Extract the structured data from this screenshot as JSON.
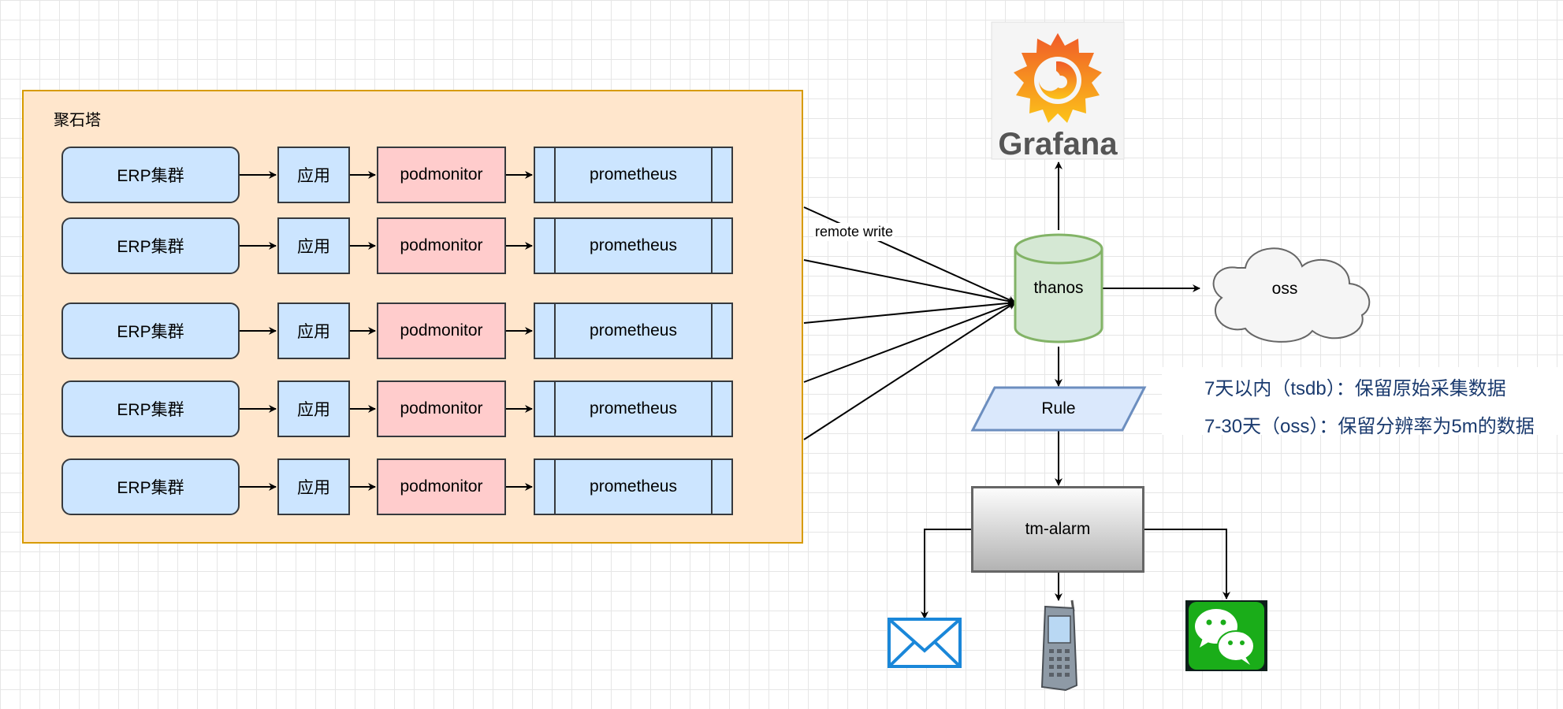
{
  "container": {
    "label": "聚石塔"
  },
  "rows": [
    {
      "erp": "ERP集群",
      "app": "应用",
      "monitor": "podmonitor",
      "prom": "prometheus"
    },
    {
      "erp": "ERP集群",
      "app": "应用",
      "monitor": "podmonitor",
      "prom": "prometheus"
    },
    {
      "erp": "ERP集群",
      "app": "应用",
      "monitor": "podmonitor",
      "prom": "prometheus"
    },
    {
      "erp": "ERP集群",
      "app": "应用",
      "monitor": "podmonitor",
      "prom": "prometheus"
    },
    {
      "erp": "ERP集群",
      "app": "应用",
      "monitor": "podmonitor",
      "prom": "prometheus"
    }
  ],
  "edges": {
    "remote_write_label": "remote write"
  },
  "thanos": {
    "label": "thanos"
  },
  "grafana": {
    "wordmark": "Grafana"
  },
  "oss": {
    "label": "oss"
  },
  "rule": {
    "label": "Rule"
  },
  "alarm": {
    "label": "tm-alarm"
  },
  "notes": [
    "7天以内（tsdb）：保留原始采集数据",
    "7-30天（oss）：保留分辨率为5m的数据"
  ],
  "icons": {
    "mail": "mail-icon",
    "phone": "mobile-phone-icon",
    "wechat": "wechat-icon"
  },
  "colors": {
    "container_fill": "#ffe6cc",
    "container_stroke": "#d79b00",
    "blue_fill": "#cce5ff",
    "pink_fill": "#ffcccc",
    "thanos_fill": "#d5e8d4",
    "thanos_stroke": "#82b366",
    "rule_fill": "#dae8fc",
    "rule_stroke": "#6c8ebf",
    "wechat_green": "#1aad19"
  }
}
